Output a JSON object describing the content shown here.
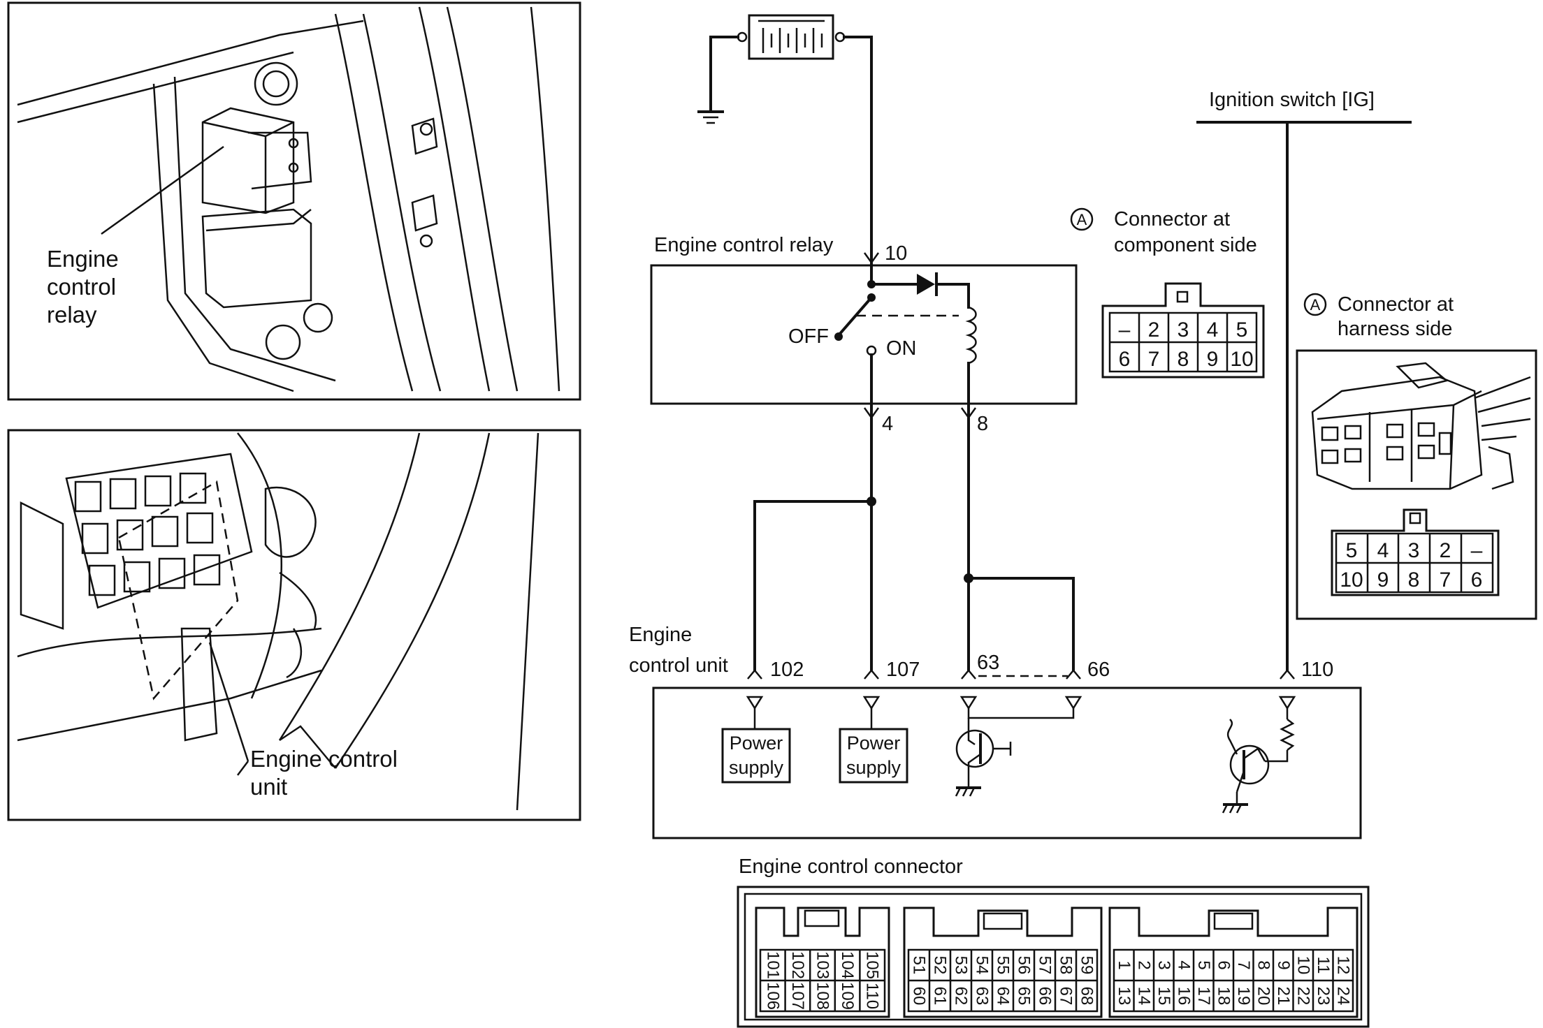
{
  "photos": {
    "relay_label": [
      "Engine",
      "control",
      "relay"
    ],
    "ecu_label": [
      "Engine control",
      "unit"
    ]
  },
  "circuit": {
    "relay_title": "Engine control relay",
    "ecu_title": [
      "Engine",
      "control unit"
    ],
    "ignition": "Ignition switch [IG]",
    "off": "OFF",
    "on": "ON",
    "power_supply": [
      "Power",
      "supply"
    ],
    "terminals": {
      "t10": "10",
      "t4": "4",
      "t8": "8",
      "t102": "102",
      "t107": "107",
      "t63": "63",
      "t66": "66",
      "t110": "110"
    }
  },
  "connector_a_component": {
    "marker": "A",
    "label": [
      "Connector at",
      "component side"
    ],
    "top_row": [
      "–",
      "2",
      "3",
      "4",
      "5"
    ],
    "bottom_row": [
      "6",
      "7",
      "8",
      "9",
      "10"
    ]
  },
  "connector_a_harness": {
    "marker": "A",
    "label": [
      "Connector at",
      "harness side"
    ],
    "top_row": [
      "5",
      "4",
      "3",
      "2",
      "–"
    ],
    "bottom_row": [
      "10",
      "9",
      "8",
      "7",
      "6"
    ]
  },
  "ecu_connector": {
    "title": "Engine control connector",
    "block_left": {
      "top": [
        "101",
        "102",
        "103",
        "104",
        "105"
      ],
      "bottom": [
        "106",
        "107",
        "108",
        "109",
        "110"
      ]
    },
    "block_middle": {
      "top": [
        "51",
        "52",
        "53",
        "54",
        "55",
        "56",
        "57",
        "58",
        "59"
      ],
      "bottom": [
        "60",
        "61",
        "62",
        "63",
        "64",
        "65",
        "66",
        "67",
        "68"
      ]
    },
    "block_right": {
      "top": [
        "1",
        "2",
        "3",
        "4",
        "5",
        "6",
        "7",
        "8",
        "9",
        "10",
        "11",
        "12"
      ],
      "bottom": [
        "13",
        "14",
        "15",
        "16",
        "17",
        "18",
        "19",
        "20",
        "21",
        "22",
        "23",
        "24"
      ]
    }
  }
}
